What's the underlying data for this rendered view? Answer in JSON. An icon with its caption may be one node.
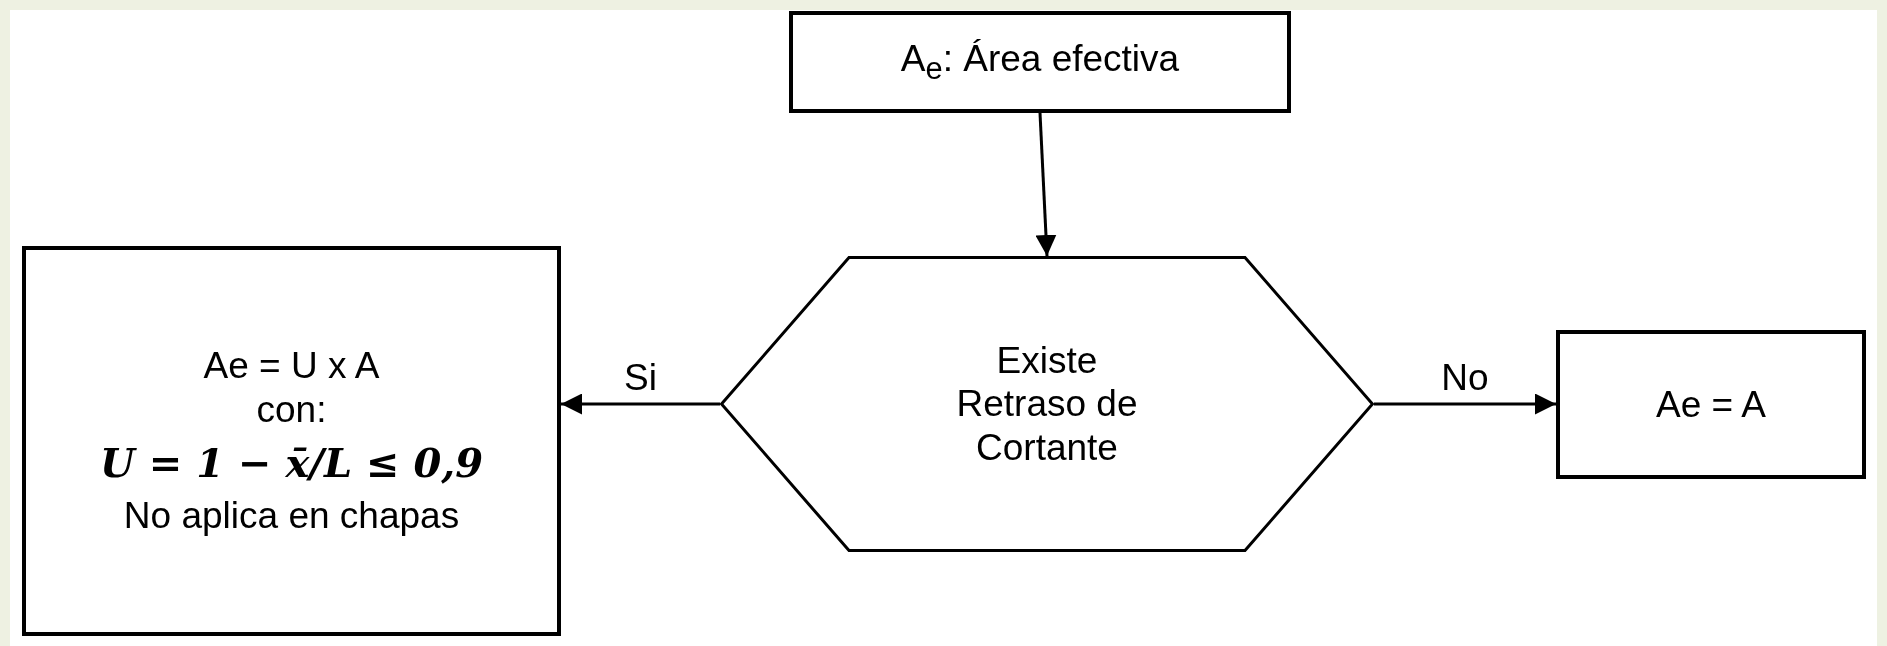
{
  "diagram": {
    "nodes": [
      {
        "text": [
          "A$_{e}$: Área efectiva"
        ]
      },
      {
        "text": [
          "Existe Retraso de Cortante"
        ]
      },
      {
        "text": [
          "Ae = U x A",
          "con:",
          "U = 1 − x̄/L ≤ 0,9",
          "No aplica en chapas"
        ]
      },
      {
        "text": [
          "Ae = A"
        ]
      }
    ],
    "edges": [
      {
        "from": 0,
        "to": 1,
        "arrow": "to"
      },
      {
        "from": 1,
        "to": 2,
        "arrow": "to",
        "label": "Si"
      },
      {
        "from": 1,
        "to": 3,
        "arrow": "to",
        "label": "No"
      }
    ]
  }
}
